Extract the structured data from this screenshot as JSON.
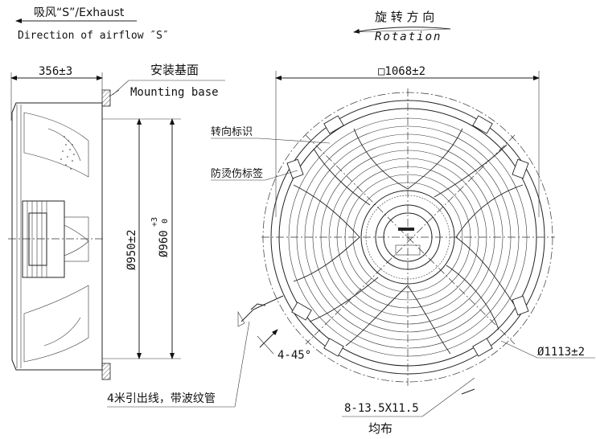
{
  "labels": {
    "airflow_cn": "吸风“S”/Exhaust",
    "airflow_en": "Direction of airflow ″S″",
    "rotation_cn": "旋 转 方 向",
    "rotation_en": "Rotation",
    "depth": "356±3",
    "mounting_cn": "安装基面",
    "mounting_en": "Mounting base",
    "square": "□1068±2",
    "dia_950": "Ø950±2",
    "dia_960": "Ø960",
    "tol_upper": "+3",
    "tol_lower": "0",
    "rotation_mark": "转向标识",
    "heat_label": "防烫伤标签",
    "angle": "4-45°",
    "dia_1113": "Ø1113±2",
    "holes": "8-13.5X11.5",
    "uniform": "均布",
    "cable": "4米引出线，带波纹管"
  },
  "colors": {
    "line": "#222222",
    "background": "#ffffff"
  }
}
